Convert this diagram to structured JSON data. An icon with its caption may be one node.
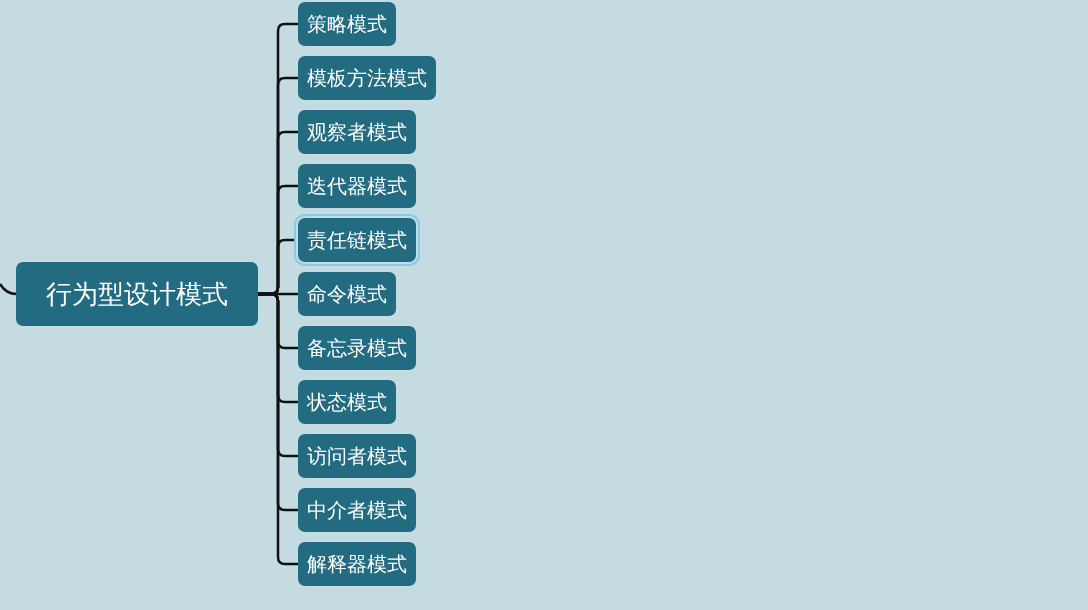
{
  "diagram": {
    "nodes": [
      {
        "text": [
          "行为型设计模式"
        ]
      },
      {
        "text": [
          "策略模式"
        ]
      },
      {
        "text": [
          "模板方法模式"
        ]
      },
      {
        "text": [
          "观察者模式"
        ]
      },
      {
        "text": [
          "迭代器模式"
        ]
      },
      {
        "text": [
          "责任链模式"
        ]
      },
      {
        "text": [
          "命令模式"
        ]
      },
      {
        "text": [
          "备忘录模式"
        ]
      },
      {
        "text": [
          "状态模式"
        ]
      },
      {
        "text": [
          "访问者模式"
        ]
      },
      {
        "text": [
          "中介者模式"
        ]
      },
      {
        "text": [
          "解释器模式"
        ]
      }
    ],
    "edges": [
      {
        "from": null,
        "to": 0,
        "arrow": "none"
      },
      {
        "from": 0,
        "to": 1,
        "arrow": "none"
      },
      {
        "from": 0,
        "to": 2,
        "arrow": "none"
      },
      {
        "from": 0,
        "to": 3,
        "arrow": "none"
      },
      {
        "from": 0,
        "to": 4,
        "arrow": "none"
      },
      {
        "from": 0,
        "to": 5,
        "arrow": "none"
      },
      {
        "from": 0,
        "to": 6,
        "arrow": "none"
      },
      {
        "from": 0,
        "to": 7,
        "arrow": "none"
      },
      {
        "from": 0,
        "to": 8,
        "arrow": "none"
      },
      {
        "from": 0,
        "to": 9,
        "arrow": "none"
      },
      {
        "from": 0,
        "to": 10,
        "arrow": "none"
      },
      {
        "from": 0,
        "to": 11,
        "arrow": "none"
      }
    ]
  }
}
